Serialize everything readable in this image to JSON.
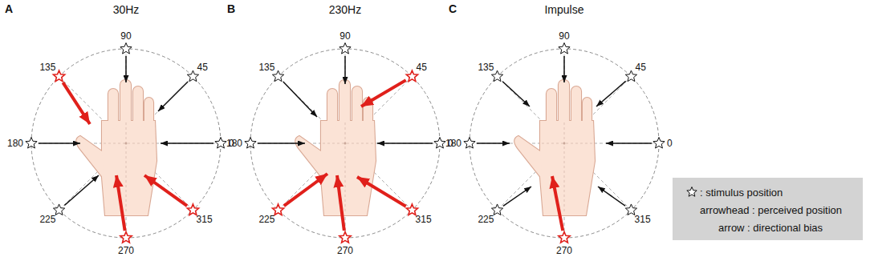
{
  "diagram": {
    "labels": [
      "A",
      "30Hz",
      "90",
      "45",
      "0",
      "315",
      "270",
      "225",
      "180",
      "135",
      "B",
      "230Hz",
      "90",
      "45",
      "0",
      "315",
      "270",
      "225",
      "180",
      "135",
      "C",
      "Impulse",
      "90",
      "45",
      "0",
      "315",
      "270",
      "225",
      "180",
      "135"
    ],
    "legend": [
      {
        "text": ": stimulus position"
      },
      {
        "text": "arrowhead : perceived position"
      },
      {
        "text": "arrow : directional bias"
      }
    ]
  }
}
